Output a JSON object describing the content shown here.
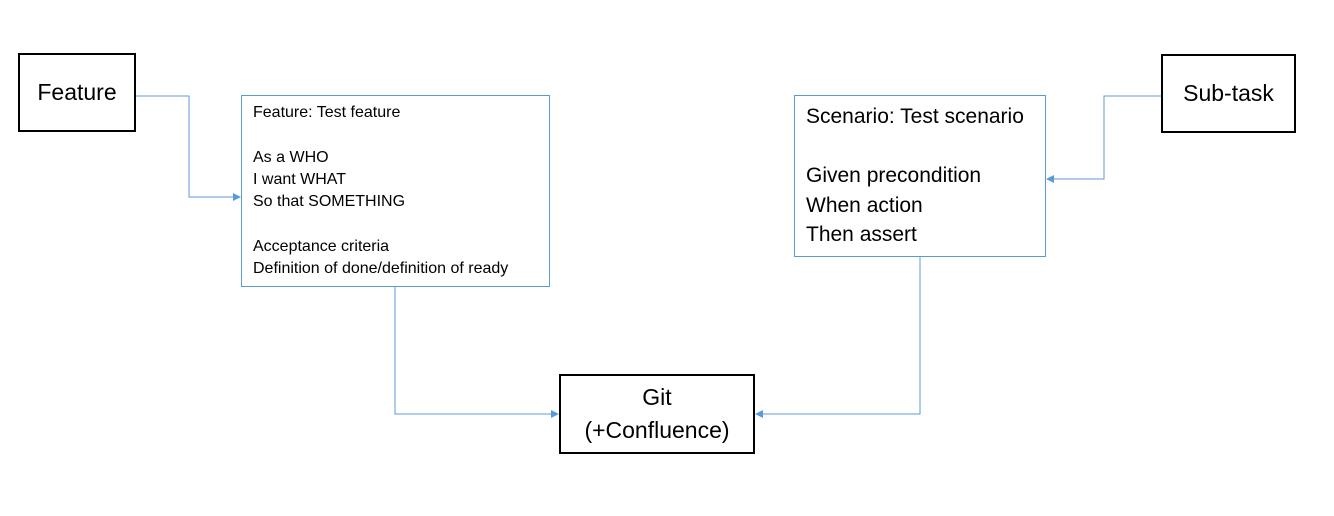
{
  "nodes": {
    "feature": "Feature",
    "subtask": "Sub-task",
    "git_line1": "Git",
    "git_line2": "(+Confluence)"
  },
  "feature_detail": {
    "title": "Feature: Test feature",
    "story": [
      "As a WHO",
      "I want WHAT",
      "So that SOMETHING"
    ],
    "criteria": [
      "Acceptance criteria",
      "Definition of done/definition of ready"
    ]
  },
  "scenario_detail": {
    "title": "Scenario: Test scenario",
    "steps": [
      "Given precondition",
      "When action",
      "Then assert"
    ]
  },
  "colors": {
    "connector": "#5b9bd5",
    "box_border_blue": "#5b9bd5",
    "box_border_black": "#000000"
  }
}
